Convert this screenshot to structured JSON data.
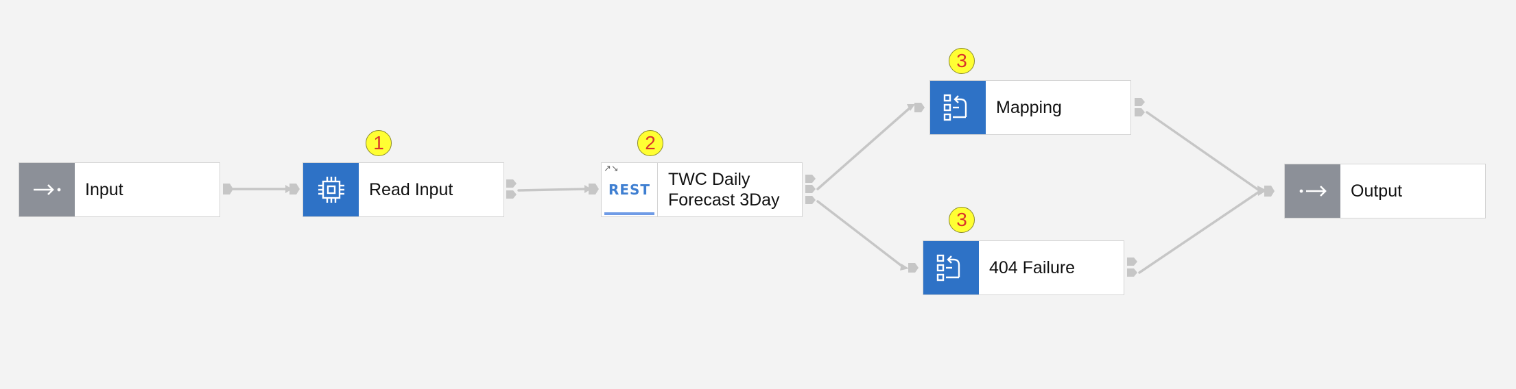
{
  "nodes": {
    "input": {
      "label": "Input",
      "icon": "arrow-right-dot-icon"
    },
    "read_input": {
      "label": "Read Input",
      "icon": "chip-icon",
      "step": "1"
    },
    "rest": {
      "icon_text": "REST",
      "label_line1": "TWC Daily",
      "label_line2": "Forecast 3Day",
      "step": "2"
    },
    "mapping": {
      "label": "Mapping",
      "icon": "mapping-icon",
      "step": "3"
    },
    "failure": {
      "label": "404 Failure",
      "icon": "mapping-icon",
      "step": "3"
    },
    "output": {
      "label": "Output",
      "icon": "dot-arrow-right-icon"
    }
  },
  "colors": {
    "canvas": "#f3f3f3",
    "node_blue": "#2e72c6",
    "node_gray": "#8c9098",
    "badge_fill": "#ffff33",
    "badge_text": "#d9342b",
    "connector": "#c6c6c6"
  }
}
